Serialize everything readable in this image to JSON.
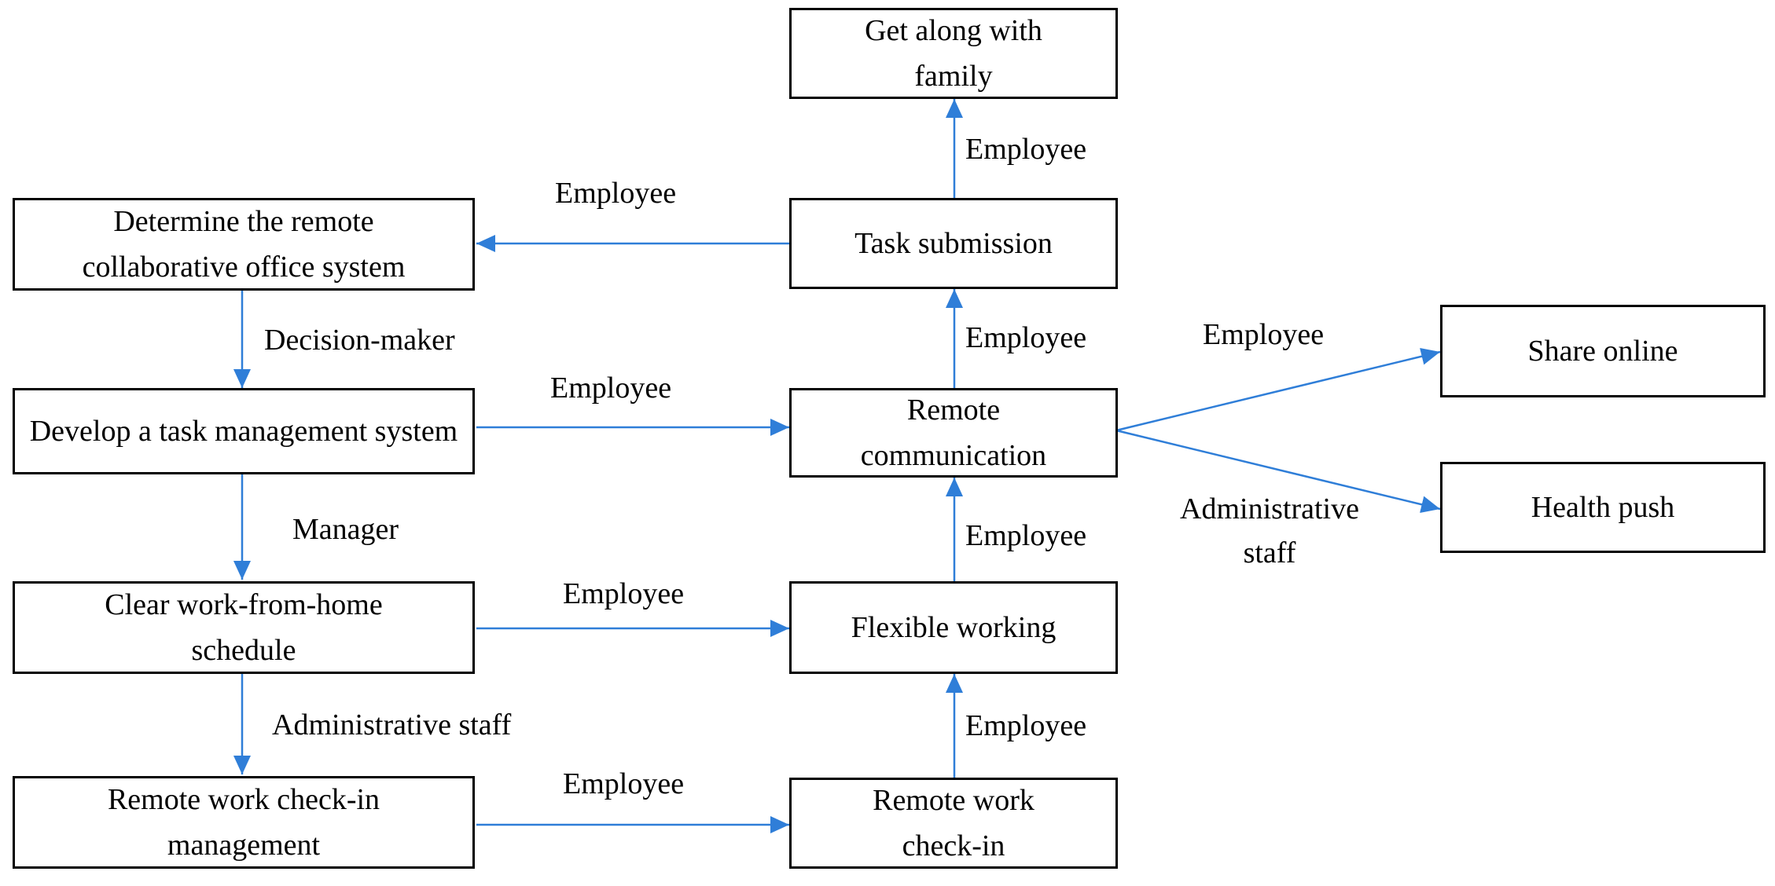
{
  "diagram": {
    "boxes": {
      "determine_system": "Determine the remote collaborative office system",
      "develop_task_system": "Develop a task management system",
      "clear_schedule": "Clear work-from-home schedule",
      "checkin_management": "Remote work check-in management",
      "get_along_family": "Get along with family",
      "task_submission": "Task submission",
      "remote_communication": "Remote communication",
      "flexible_working": "Flexible working",
      "remote_checkin": "Remote work check-in",
      "share_online": "Share online",
      "health_push": "Health push"
    },
    "edge_labels": {
      "task_to_family": "Employee",
      "task_to_determine": "Employee",
      "determine_to_develop": "Decision-maker",
      "develop_to_comm": "Employee",
      "comm_to_task": "Employee",
      "comm_to_share": "Employee",
      "comm_to_health": "Administrative staff",
      "develop_to_clear": "Manager",
      "clear_to_flexible": "Employee",
      "flexible_to_comm": "Employee",
      "clear_to_checkin_mgmt": "Administrative staff",
      "checkin_mgmt_to_checkin": "Employee",
      "checkin_to_flexible": "Employee"
    },
    "colors": {
      "arrow": "#2f7ed8",
      "box_border": "#000000"
    }
  }
}
